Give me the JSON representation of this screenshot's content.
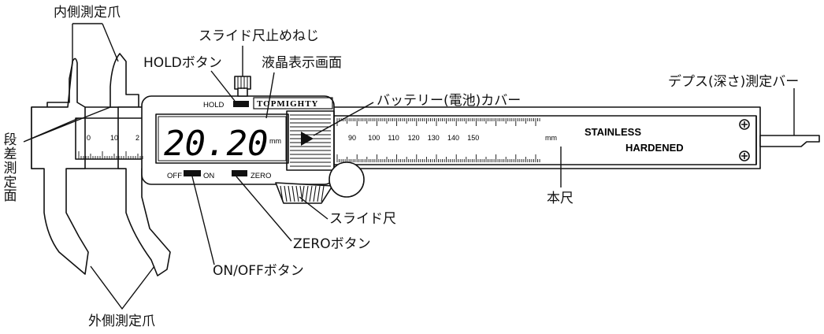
{
  "labels": {
    "inner_jaw": "内側測定爪",
    "lock_screw": "スライド尺止めねじ",
    "hold_button": "HOLDボタン",
    "lcd": "液晶表示画面",
    "battery_cover": "バッテリー(電池)カバー",
    "depth_bar": "デプス(深さ)測定バー",
    "step_face": "段差測定面",
    "main_scale": "本尺",
    "slider": "スライド尺",
    "zero_button": "ZEROボタン",
    "onoff_button": "ON/OFFボタン",
    "outer_jaw": "外側測定爪"
  },
  "device": {
    "brand": "TOPMIGHTY",
    "reading": "20.20",
    "reading_unit": "mm",
    "hold_text": "HOLD",
    "off_text": "OFF",
    "on_text": "ON",
    "zero_text": "ZERO",
    "scale_unit": "mm",
    "stainless": "STAINLESS",
    "hardened": "HARDENED",
    "scale_left_numbers": [
      "0",
      "10",
      "2"
    ],
    "scale_right_numbers": [
      "90",
      "100",
      "110",
      "120",
      "130",
      "140",
      "150"
    ]
  },
  "icons": {
    "screw": "screw-icon",
    "arrow": "triangle-arrow-icon"
  }
}
